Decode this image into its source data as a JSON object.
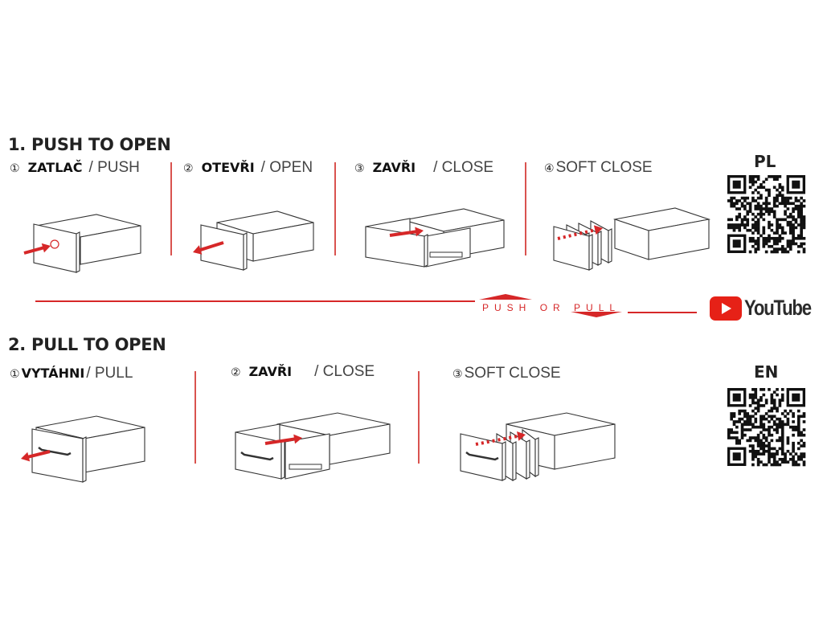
{
  "section1": {
    "title": "1. PUSH TO OPEN",
    "steps": [
      {
        "num": "①",
        "cz": "ZATLAČ",
        "en": "/ PUSH"
      },
      {
        "num": "②",
        "cz": "OTEVŘI",
        "en": "/ OPEN"
      },
      {
        "num": "③",
        "cz": "ZAVŘI",
        "en": "/ CLOSE"
      },
      {
        "num": "④",
        "cz": "",
        "en": "SOFT CLOSE"
      }
    ]
  },
  "divider": {
    "label_push": "PUSH",
    "label_or": "OR",
    "label_pull": "PULL"
  },
  "youtube": {
    "label": "YouTube",
    "color": "#e62117"
  },
  "section2": {
    "title": "2. PULL TO OPEN",
    "steps": [
      {
        "num": "①",
        "cz": "VYTÁHNI",
        "en": "/ PULL"
      },
      {
        "num": "②",
        "cz": "ZAVŘI",
        "en": "/ CLOSE"
      },
      {
        "num": "③",
        "cz": "",
        "en": "SOFT CLOSE"
      }
    ]
  },
  "qr": {
    "pl_label": "PL",
    "en_label": "EN"
  },
  "colors": {
    "accent": "#d62728"
  }
}
